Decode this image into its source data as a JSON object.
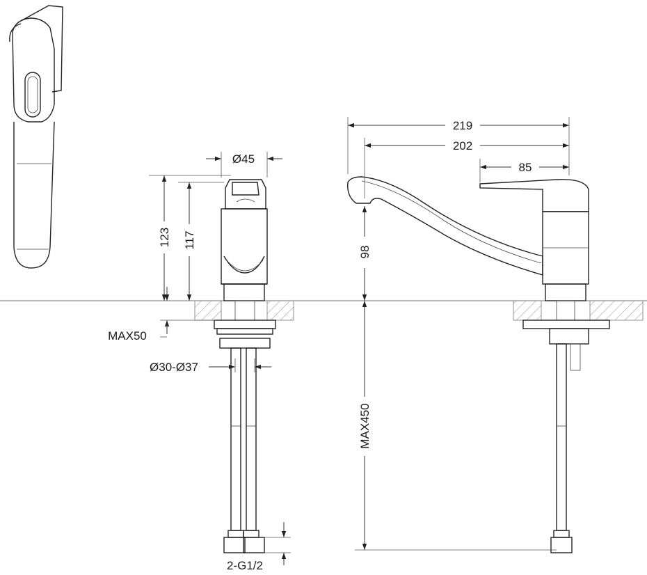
{
  "dimensions": {
    "overall_reach": "219",
    "spout_reach": "202",
    "lever_length": "85",
    "spout_height": "98",
    "body_diameter": "Ø45",
    "total_height": "123",
    "body_height": "117",
    "max_worktop_thickness": "MAX50",
    "mounting_hole": "Ø30-Ø37",
    "max_hose_length": "MAX450",
    "connection_thread": "2-G1/2"
  }
}
